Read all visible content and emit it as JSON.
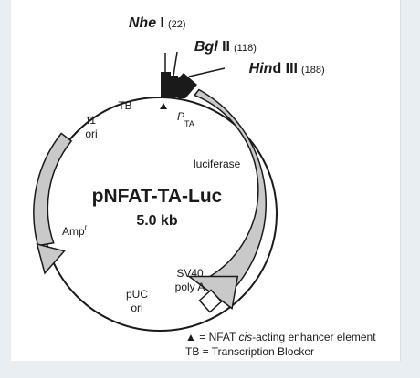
{
  "plasmid": {
    "name": "pNFAT-TA-Luc",
    "size": "5.0 kb"
  },
  "sites": [
    {
      "enzyme_bold": "Nhe",
      "enzyme_roman": " I",
      "position": "(22)"
    },
    {
      "enzyme_bold": "Bgl",
      "enzyme_roman": " II",
      "position": "(118)"
    },
    {
      "enzyme_bold": "Hin",
      "enzyme_roman": "d III",
      "position": "(188)"
    }
  ],
  "features": {
    "tb": "TB",
    "p_main": "P",
    "p_sub": "TA",
    "luciferase": "luciferase",
    "f1_line1": "f1",
    "f1_line2": "ori",
    "amp_main": "Amp",
    "amp_sup": "r",
    "sv40_line1": "SV40",
    "sv40_line2": "poly A",
    "puc_line1": "pUC",
    "puc_line2": "ori"
  },
  "legend": {
    "symbol": "▲",
    "line1_pre": " = NFAT ",
    "line1_italic": "cis",
    "line1_post": "-acting enhancer element",
    "line2": "TB = Transcription Blocker"
  },
  "colors": {
    "background": "#e9eef2",
    "panel": "#ffffff",
    "arrow_fill": "#c9c9c9",
    "ink": "#1a1a1a"
  }
}
